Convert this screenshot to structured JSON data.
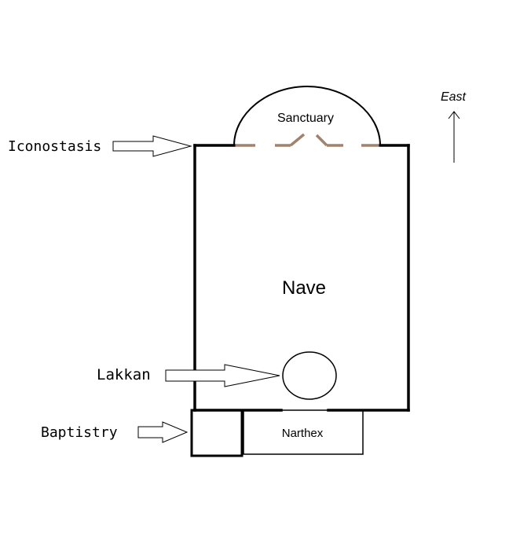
{
  "labels": {
    "sanctuary": "Sanctuary",
    "nave": "Nave",
    "narthex": "Narthex",
    "east": "East",
    "iconostasis": "Iconostasis",
    "lakkan": "Lakkan",
    "baptistry": "Baptistry"
  },
  "colors": {
    "wall": "#000000",
    "iconostasis_screen": "#a0826d",
    "background": "#ffffff"
  }
}
